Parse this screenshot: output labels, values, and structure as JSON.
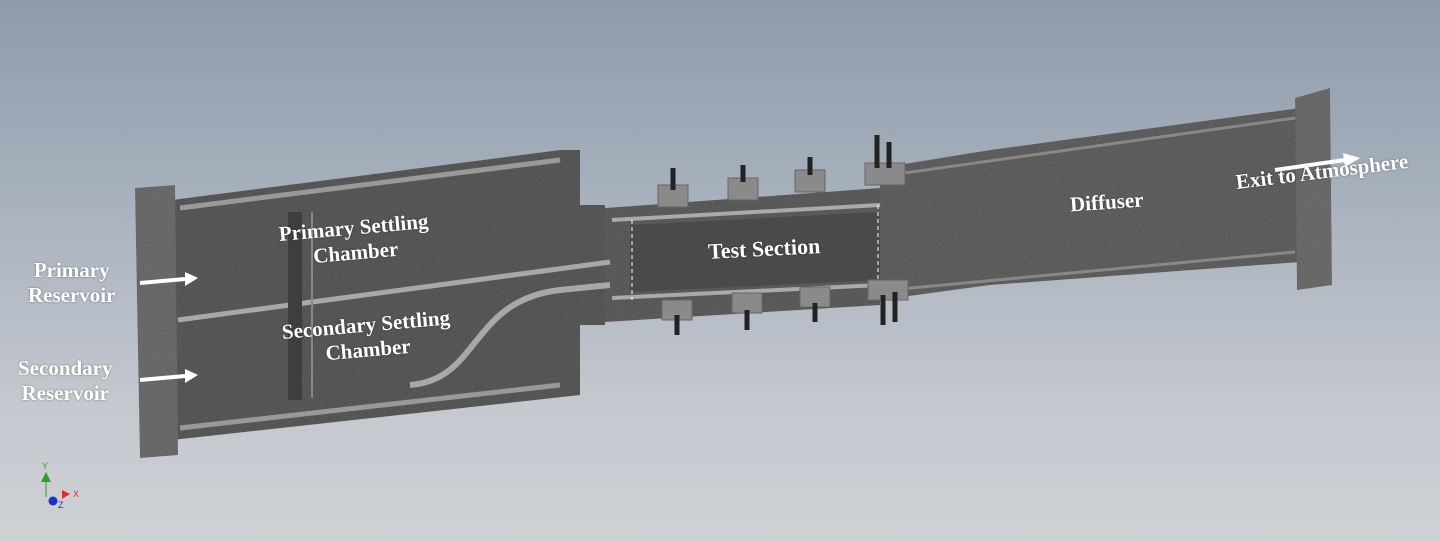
{
  "labels": {
    "primary_reservoir": "Primary\nReservoir",
    "primary_reservoir_l1": "Primary",
    "primary_reservoir_l2": "Reservoir",
    "secondary_reservoir_l1": "Secondary",
    "secondary_reservoir_l2": "Reservoir",
    "primary_chamber_l1": "Primary Settling",
    "primary_chamber_l2": "Chamber",
    "secondary_chamber_l1": "Secondary Settling",
    "secondary_chamber_l2": "Chamber",
    "test_section": "Test Section",
    "diffuser": "Diffuser",
    "exit": "Exit to Atmosphere"
  },
  "axis_triad": {
    "x": "X",
    "y": "Y",
    "z": "Z"
  },
  "colors": {
    "body": "#5f5f5f",
    "edge": "#9a9a9a",
    "panel": "#4a4a4a",
    "x_axis": "#d83030",
    "y_axis": "#2aa02a",
    "z_axis": "#2030c0"
  }
}
